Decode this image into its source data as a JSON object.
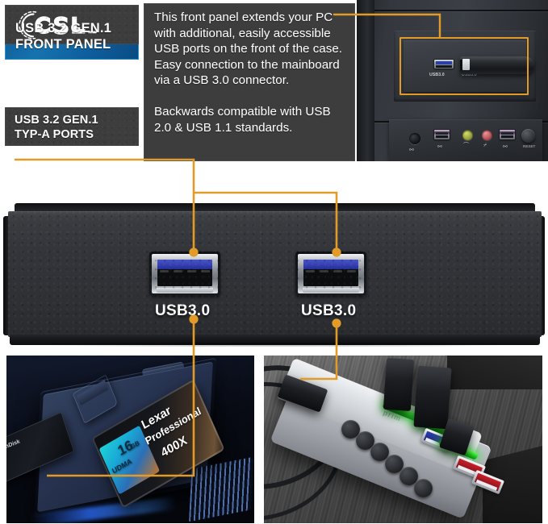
{
  "brand": {
    "logo_name": "csl-logo",
    "logo_text": "CSL"
  },
  "labels": {
    "title_line1": "USB 3.2 GEN.1",
    "title_line2": "FRONT PANEL",
    "ports_line1": "USB 3.2 GEN.1",
    "ports_line2": "TYP-A PORTS"
  },
  "description": {
    "paragraph1": "This front panel extends your PC with additional, easily accessible USB ports on the front of the case. Easy connection to the mainboard via a USB 3.0 connector.",
    "paragraph2": "Backwards compatible with USB 2.0 & USB 1.1 standards."
  },
  "product_panel": {
    "port_label_left": "USB3.0",
    "port_label_right": "USB3.0",
    "port_count": 2,
    "port_type": "USB-A"
  },
  "case_photo": {
    "mini_port_label_left": "USB3.0",
    "mini_port_label_right": "USB3.0",
    "reset_label": "RESET",
    "headphone_glyph": "⌒",
    "mic_glyph": "⌿",
    "usb_glyph": "⚯"
  },
  "card_reader_photo": {
    "card_brand": "Lexar",
    "card_series": "Professional",
    "card_speed": "400X",
    "card_capacity": "16",
    "card_capacity_unit": "GB",
    "card_standard": "UDMA",
    "side_card_brand": "SanDisk"
  },
  "hub_photo": {
    "brand": "prim",
    "switch_count": 6,
    "port_colors": [
      "blue",
      "red",
      "red"
    ]
  },
  "colors": {
    "accent_orange": "#E39B28",
    "panel_dark": "#3d3d3d",
    "brand_blue": "#1672ad",
    "usb3_blue": "#343fb0",
    "page_background": "#ffffff",
    "text_white": "#ffffff"
  },
  "callouts": [
    {
      "name": "description-to-case-highlight",
      "from": "description-box",
      "to": "case-front-panel"
    },
    {
      "name": "typ-a-ports-to-port-left",
      "from": "typ-a-ports-label",
      "to": "product-port-left"
    },
    {
      "name": "typ-a-ports-to-port-right",
      "from": "typ-a-ports-label",
      "to": "product-port-right"
    },
    {
      "name": "port-left-to-card-reader",
      "from": "product-port-left",
      "to": "card-reader-photo"
    },
    {
      "name": "port-right-to-usb-hub",
      "from": "product-port-right",
      "to": "usb-hub-photo"
    }
  ]
}
